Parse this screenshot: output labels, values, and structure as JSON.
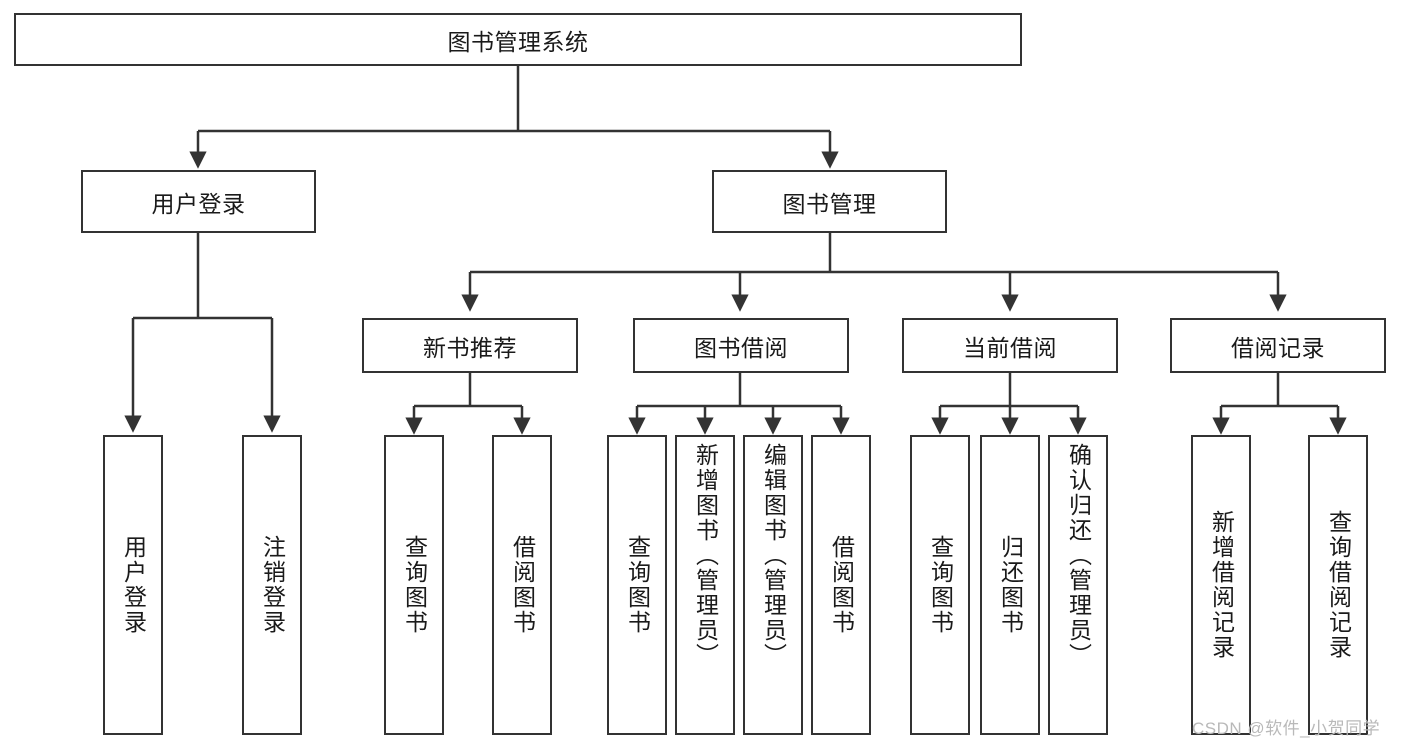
{
  "diagram": {
    "title": "图书管理系统",
    "type": "tree-hierarchy-diagram",
    "colors": {
      "box_border": "#333333",
      "box_fill": "#ffffff",
      "connector": "#333333",
      "text": "#1a1a1a",
      "watermark": "#b9b9b9",
      "background": "#ffffff"
    },
    "nodes": {
      "root": {
        "label": "图书管理系统"
      },
      "level2": [
        {
          "id": "user-login",
          "label": "用户登录"
        },
        {
          "id": "book-management",
          "label": "图书管理"
        }
      ],
      "level3": [
        {
          "id": "new-book-recommend",
          "label": "新书推荐"
        },
        {
          "id": "book-borrow",
          "label": "图书借阅"
        },
        {
          "id": "current-borrow",
          "label": "当前借阅"
        },
        {
          "id": "borrow-record",
          "label": "借阅记录"
        }
      ],
      "leaves": {
        "user-login": [
          {
            "id": "leaf-user-login",
            "label": "用户登录"
          },
          {
            "id": "leaf-logout",
            "label": "注销登录"
          }
        ],
        "new-book-recommend": [
          {
            "id": "leaf-query-book-1",
            "label": "查询图书"
          },
          {
            "id": "leaf-borrow-book-1",
            "label": "借阅图书"
          }
        ],
        "book-borrow": [
          {
            "id": "leaf-query-book-2",
            "label": "查询图书"
          },
          {
            "id": "leaf-add-book",
            "label": "新增图书（管理员）"
          },
          {
            "id": "leaf-edit-book",
            "label": "编辑图书（管理员）"
          },
          {
            "id": "leaf-borrow-book-2",
            "label": "借阅图书"
          }
        ],
        "current-borrow": [
          {
            "id": "leaf-query-book-3",
            "label": "查询图书"
          },
          {
            "id": "leaf-return-book",
            "label": "归还图书"
          },
          {
            "id": "leaf-confirm-return",
            "label": "确认归还（管理员）"
          }
        ],
        "borrow-record": [
          {
            "id": "leaf-add-record",
            "label": "新增借阅记录"
          },
          {
            "id": "leaf-query-record",
            "label": "查询借阅记录"
          }
        ]
      }
    },
    "watermark": "CSDN @软件_小贺同学"
  }
}
